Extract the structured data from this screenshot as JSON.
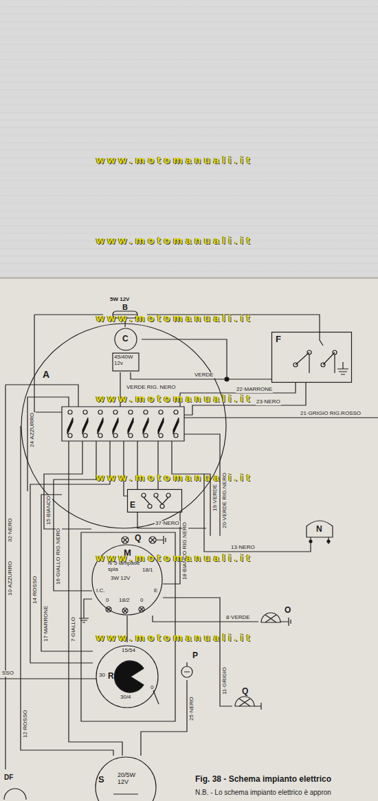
{
  "diagram": {
    "caption": "Fig. 38 - Schema impianto elettrico",
    "nodes": [
      {
        "text": [
          "A"
        ]
      },
      {
        "text": [
          "5W 12V",
          "B"
        ]
      },
      {
        "text": [
          "C",
          "45/40W 12v"
        ],
        "in": 0
      },
      {
        "text": [
          "E"
        ],
        "in": 0
      },
      {
        "text": [
          "F"
        ]
      },
      {
        "text": [
          "N"
        ]
      },
      {
        "text": [
          "Q"
        ]
      },
      {
        "text": [
          "M",
          "N°5 lampade spia",
          "3W 12V",
          "18/1"
        ]
      },
      {
        "text": [
          "O"
        ]
      },
      {
        "text": [
          "P"
        ]
      },
      {
        "text": [
          "Q"
        ]
      },
      {
        "text": [
          "R",
          "15/54",
          "30",
          "30/4",
          "0"
        ]
      },
      {
        "text": [
          "S",
          "20/5W 12V"
        ]
      },
      {
        "text": [
          "DF"
        ]
      }
    ],
    "edges": [
      {
        "from": 4,
        "to": 0,
        "arrow": "none",
        "label": "22·MARRONE"
      },
      {
        "from": 4,
        "to": 0,
        "arrow": "none",
        "label": "23·NERO"
      },
      {
        "from": 5,
        "to": 0,
        "arrow": "none",
        "label": "13·NERO"
      },
      {
        "from": 8,
        "to": 7,
        "arrow": "none",
        "label": "8·VERDE"
      },
      {
        "from": 10,
        "to": 7,
        "arrow": "none",
        "label": "11·GRIGIO"
      },
      {
        "from": 9,
        "to": 12,
        "arrow": "none",
        "label": "25·NERO"
      },
      {
        "from": 0,
        "to": 11,
        "arrow": "none",
        "label": "17·MARRONE"
      },
      {
        "from": 0,
        "to": 12,
        "arrow": "none",
        "label": "12·ROSSO"
      },
      {
        "from": 0,
        "to": 12,
        "arrow": "none",
        "label": "7·GIALLO"
      },
      {
        "from": 1,
        "to": 2,
        "arrow": "none"
      }
    ],
    "labels": [
      "www.motomanuali.it",
      "www.motomanuali.it",
      "www.motomanuali.it",
      "VERDE RIG. NERO",
      "VERDE",
      "www.motomanuali.it",
      "21·GRIGIO RIG.ROSSO",
      "24·AZZURRO",
      "www.motomanuali.it",
      "19·VERDE",
      "20·VERDE RIG.NERO",
      "15·BIANCO",
      "32·NERO",
      "37·NERO",
      "16·GIALLO RIG.NERO",
      "18·BIANCO RIG.NERO",
      "www.motomanuali.it",
      "I.C.",
      "E",
      "0",
      "18/2",
      "0",
      "10·AZZURRO",
      "14·ROSSO",
      "www.motomanuali.it",
      "SSO",
      "N.B. - Lo schema impianto elettrico è appron"
    ]
  }
}
